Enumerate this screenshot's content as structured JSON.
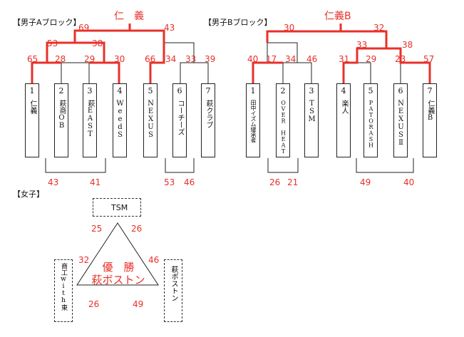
{
  "headings": {
    "block_a": "【男子Aブロック】",
    "block_b": "【男子Bブロック】",
    "women": "【女子】"
  },
  "block_a": {
    "winner": "仁　義",
    "teams": [
      {
        "num": "1",
        "name": "仁義"
      },
      {
        "num": "2",
        "name": "萩商OB"
      },
      {
        "num": "3",
        "name": "萩EAST"
      },
      {
        "num": "4",
        "name": "WeedS"
      },
      {
        "num": "5",
        "name": "NEXUS"
      },
      {
        "num": "6",
        "name": "コーチーズ"
      },
      {
        "num": "7",
        "name": "萩クラブ"
      }
    ],
    "round1_scores": [
      "65",
      "28",
      "29",
      "30",
      "66",
      "34",
      "33",
      "39"
    ],
    "round2_scores": [
      "53",
      "38"
    ],
    "final_scores": [
      "69",
      "43"
    ],
    "consolation_scores": [
      "43",
      "41",
      "53",
      "46"
    ]
  },
  "block_b": {
    "winner": "仁義B",
    "teams": [
      {
        "num": "1",
        "name": "田中イズム継承者"
      },
      {
        "num": "2",
        "name": "OVER HEAT"
      },
      {
        "num": "3",
        "name": "TSM"
      },
      {
        "num": "4",
        "name": "楽人"
      },
      {
        "num": "5",
        "name": "PATORASH"
      },
      {
        "num": "6",
        "name": "NEXUSⅡ"
      },
      {
        "num": "7",
        "name": "仁義B"
      }
    ],
    "round1_scores": [
      "40",
      "17",
      "34",
      "46",
      "31",
      "29",
      "23",
      "57"
    ],
    "round2_scores": [
      "33",
      "38"
    ],
    "final_scores": [
      "30",
      "32"
    ],
    "consolation_scores": [
      "26",
      "21",
      "49",
      "40"
    ]
  },
  "women": {
    "top_team": "TSM",
    "left_team": "商工with東",
    "right_team": "萩ボストン",
    "scores": {
      "top_left": "25",
      "top_right": "26",
      "left_top": "32",
      "right_top": "46",
      "bottom_left": "26",
      "bottom_right": "49"
    },
    "champion_label": "優　勝",
    "champion_name": "萩ボストン"
  },
  "colors": {
    "winner_line": "#e8302a",
    "line": "#222222",
    "score": "#e8302a"
  }
}
